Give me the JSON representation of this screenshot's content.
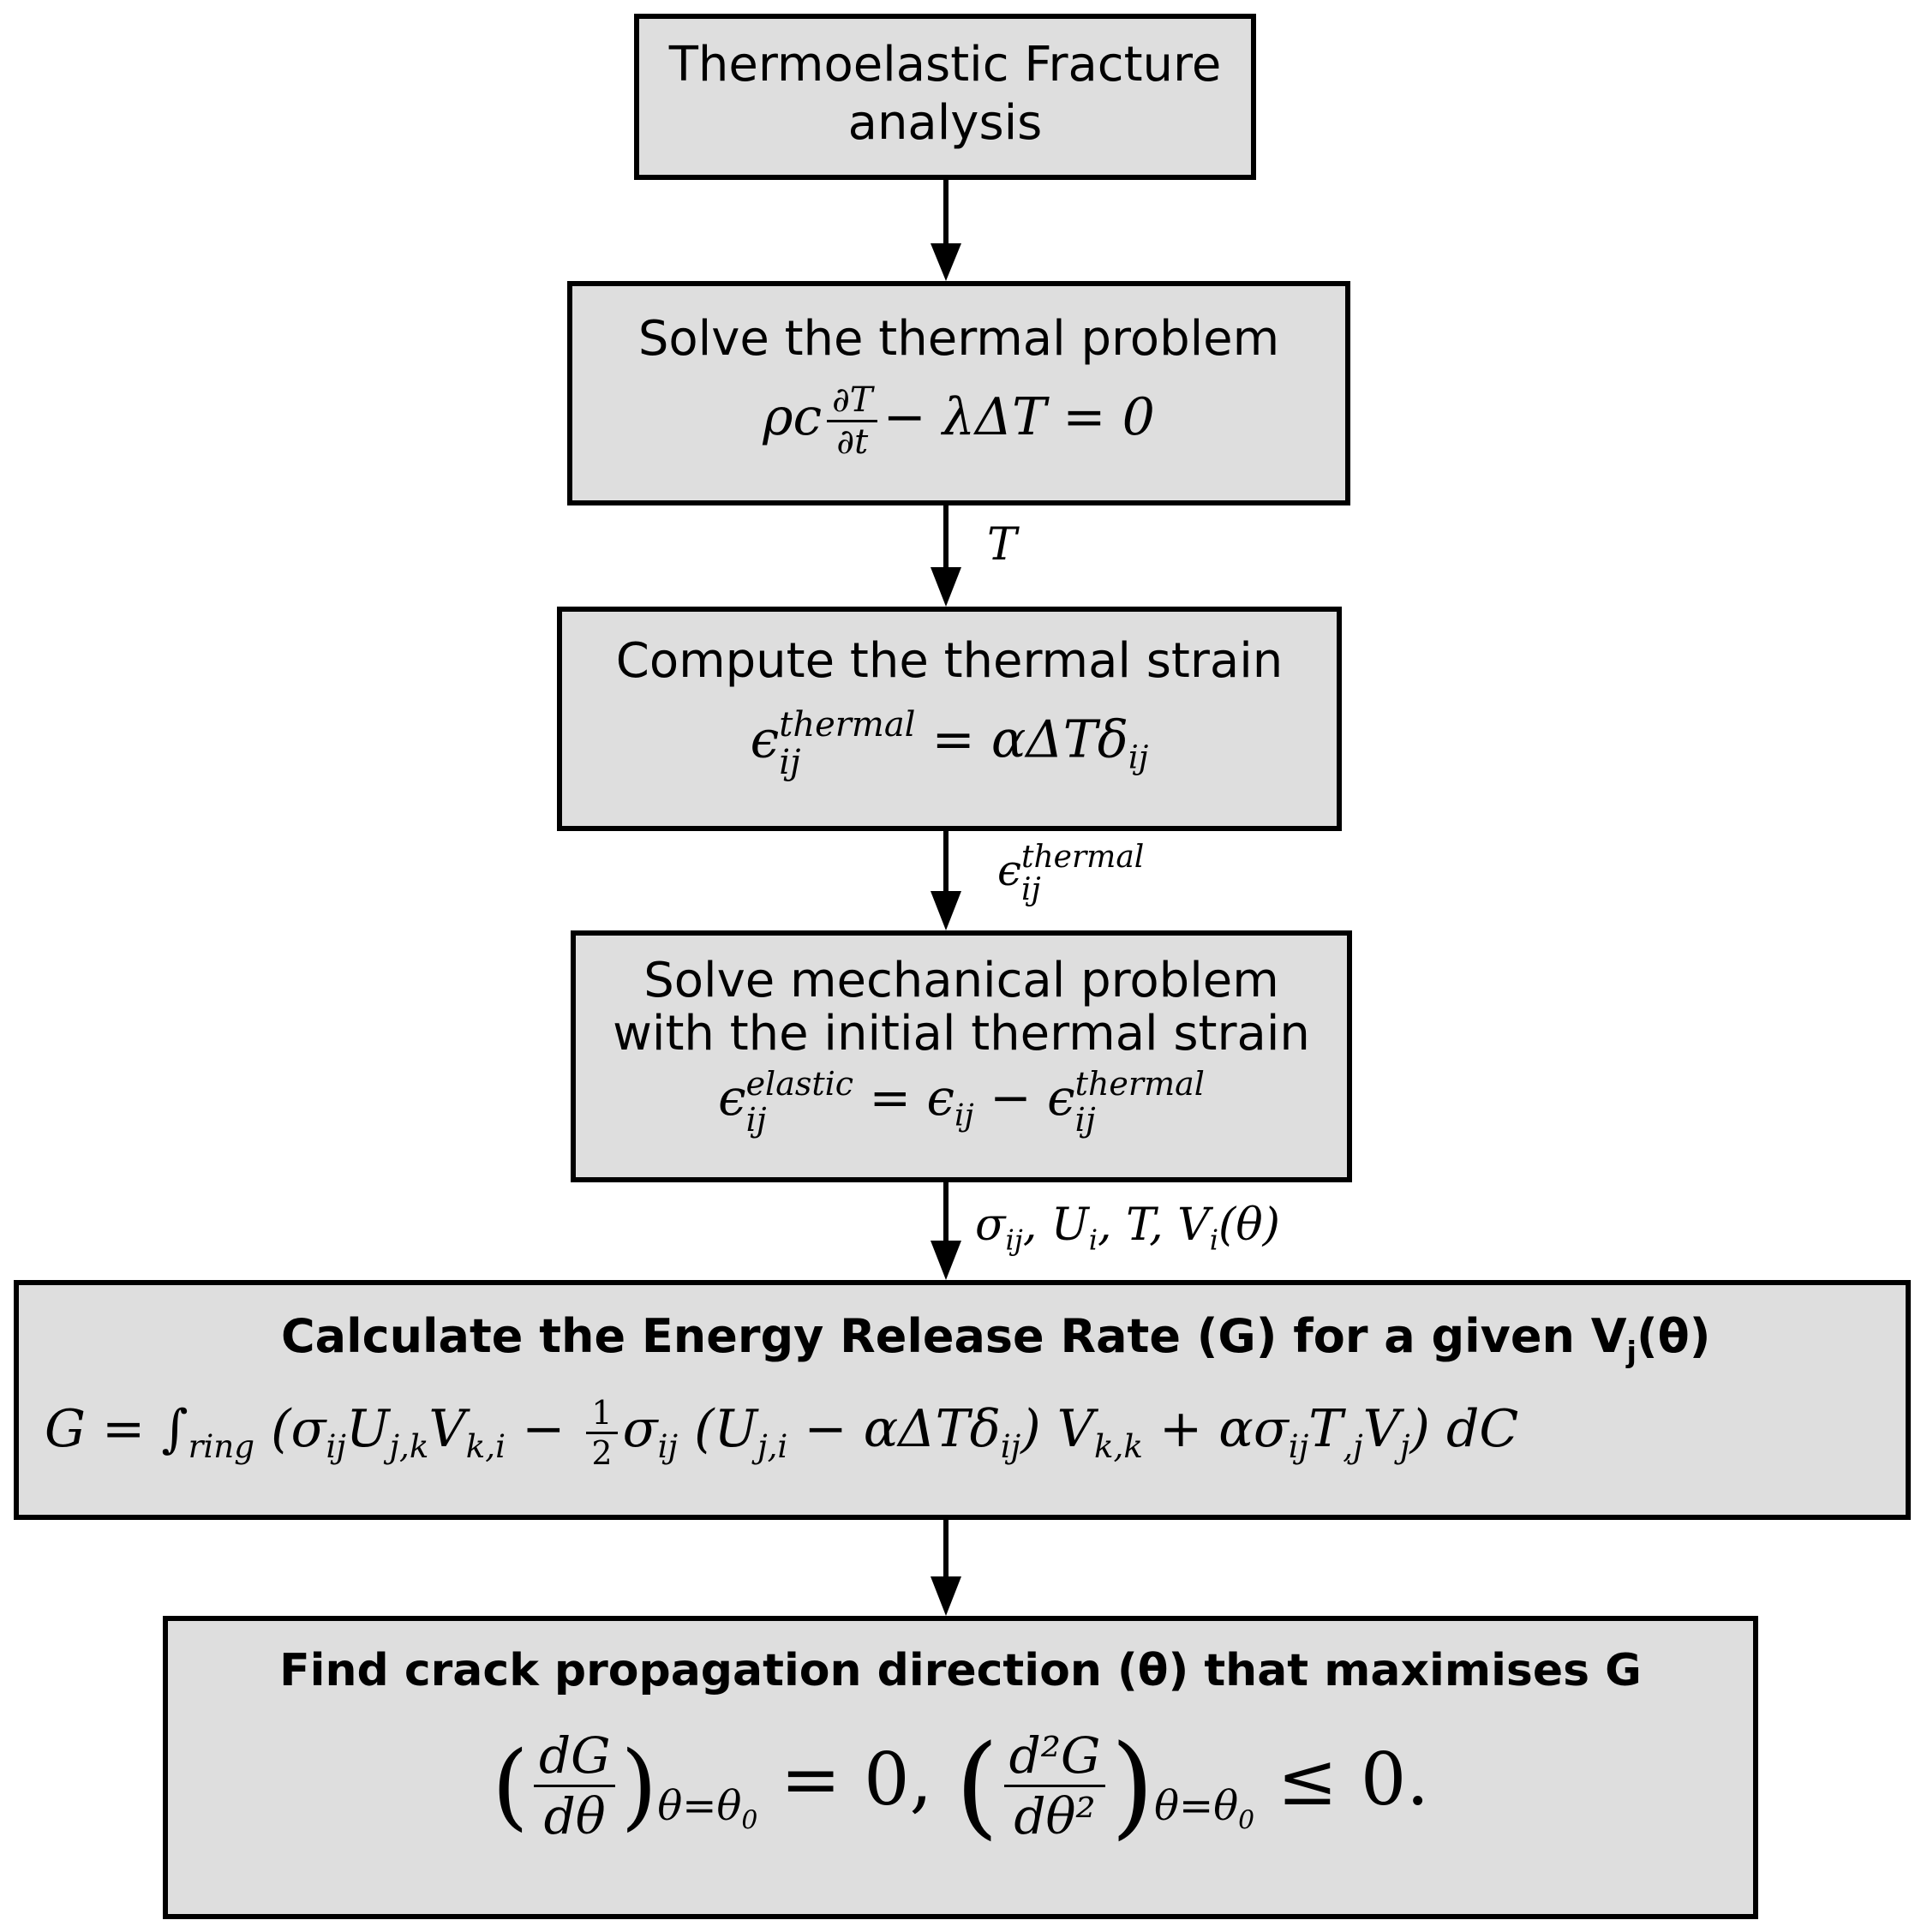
{
  "nodes": {
    "start": {
      "line1": "Thermoelastic Fracture",
      "line2": "analysis"
    },
    "thermal": {
      "title": "Solve the thermal problem",
      "equation": {
        "rho_c": "ρc",
        "num": "∂T",
        "den": "∂t",
        "rest": "− λΔT =  0"
      }
    },
    "strain": {
      "title": "Compute the thermal strain",
      "equation": {
        "eps": "ϵ",
        "sup": "thermal",
        "sub": "ij",
        "rest": "  =  αΔTδ",
        "rest_sub": "ij"
      }
    },
    "mechanical": {
      "line1": "Solve mechanical problem",
      "line2": "with the initial thermal strain",
      "equation": {
        "eps1": "ϵ",
        "sup1": "elastic",
        "sub1": "ij",
        "mid": "  =  ϵ",
        "mid_sub": "ij",
        "minus": "  −  ϵ",
        "sup2": "thermal",
        "sub2": "ij"
      }
    },
    "energy": {
      "title_main": "Calculate the Energy Release Rate (G) for a given V",
      "title_sub": "j",
      "title_tail": "(θ)",
      "equation": {
        "lhs": "G = ∫",
        "int_sub": "ring",
        "body1": "(σ",
        "s1": "ij",
        "u1": "U",
        "s2": "j,k",
        "v1": "V",
        "s3": "k,i",
        "minus": " − ",
        "half_num": "1",
        "half_den": "2",
        "body2": "σ",
        "s4": "ij",
        "body3": "(U",
        "s5": "j,i",
        "body4": " − αΔTδ",
        "s6": "ij",
        "body5": ") V",
        "s7": "k,k",
        "body6": " + ασ",
        "s8": "ij",
        "body7": "T",
        "s9": ",j",
        "body8": "V",
        "s10": "j",
        "tail": ") dC"
      }
    },
    "direction": {
      "title": "Find crack propagation direction (θ) that maximises G",
      "equation": {
        "num1": "dG",
        "den1": "dθ",
        "cond": "θ=θ",
        "cond_sub": "0",
        "eq": " = 0,  ",
        "num2": "d²G",
        "den2": "dθ²",
        "leq": " ≤ 0."
      }
    }
  },
  "edges": {
    "e1_label": "",
    "e2_label": "T",
    "e3_label": {
      "eps": "ϵ",
      "sup": "thermal",
      "sub": "ij"
    },
    "e4_label": {
      "a": "σ",
      "a_sub": "ij",
      "b": ",  U",
      "b_sub": "i",
      "c": ",  T,  V",
      "c_sub": "i",
      "d": "(θ)"
    },
    "e5_label": ""
  }
}
